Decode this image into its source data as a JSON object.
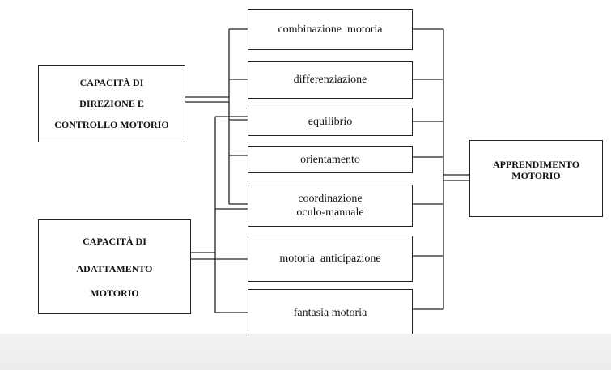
{
  "left_boxes": {
    "direction_control": [
      "CAPACITÀ DI",
      "DIREZIONE E",
      "CONTROLLO MOTORIO"
    ],
    "adaptation": [
      "CAPACITÀ DI",
      "ADATTAMENTO",
      "MOTORIO"
    ]
  },
  "middle_boxes": [
    [
      "combinazione  motoria"
    ],
    [
      "differenziazione"
    ],
    [
      "equilibrio"
    ],
    [
      "orientamento"
    ],
    [
      "coordinazione",
      "oculo-manuale"
    ],
    [
      "motoria  anticipazione"
    ],
    [
      "fantasia motoria"
    ]
  ],
  "right_box": [
    "APPRENDIMENTO",
    "MOTORIO"
  ],
  "colors": {
    "line": "#222222",
    "background": "#ffffff",
    "footer": "#efeff0"
  }
}
